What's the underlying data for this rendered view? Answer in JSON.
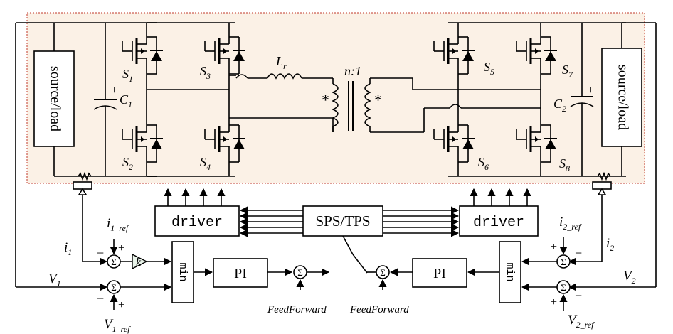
{
  "blocks": {
    "source_left": "source/load",
    "source_right": "source/load",
    "driver_left": "driver",
    "driver_right": "driver",
    "modulation": "SPS/TPS",
    "pi_left": "PI",
    "pi_right": "PI",
    "min_left": "min",
    "min_right": "min",
    "gain": "k",
    "sum_symbol": "Σ"
  },
  "components": {
    "c1": "C",
    "c1_sub": "1",
    "c2": "C",
    "c2_sub": "2",
    "lr": "L",
    "lr_sub": "r",
    "ratio": "n:1",
    "dot": "*",
    "plus": "+",
    "s1": "S",
    "s1_sub": "1",
    "s2": "S",
    "s2_sub": "2",
    "s3": "S",
    "s3_sub": "3",
    "s4": "S",
    "s4_sub": "4",
    "s5": "S",
    "s5_sub": "5",
    "s6": "S",
    "s6_sub": "6",
    "s7": "S",
    "s7_sub": "7",
    "s8": "S",
    "s8_sub": "8"
  },
  "signals": {
    "i1": "i",
    "i1_sub": "1",
    "i1_ref": "i",
    "i1_ref_sub": "1_ref",
    "v1": "V",
    "v1_sub": "1",
    "v1_ref": "V",
    "v1_ref_sub": "1_ref",
    "i2": "i",
    "i2_sub": "2",
    "i2_ref": "i",
    "i2_ref_sub": "2_ref",
    "v2": "V",
    "v2_sub": "2",
    "v2_ref": "V",
    "v2_ref_sub": "2_ref",
    "feedforward_left": "FeedForward",
    "feedforward_right": "FeedForward",
    "plus": "+",
    "minus": "−"
  },
  "colors": {
    "frame": "#c0392b",
    "frame_fill": "#fbf1e6",
    "line": "#000000",
    "gain_fill": "#e9f4ea"
  }
}
